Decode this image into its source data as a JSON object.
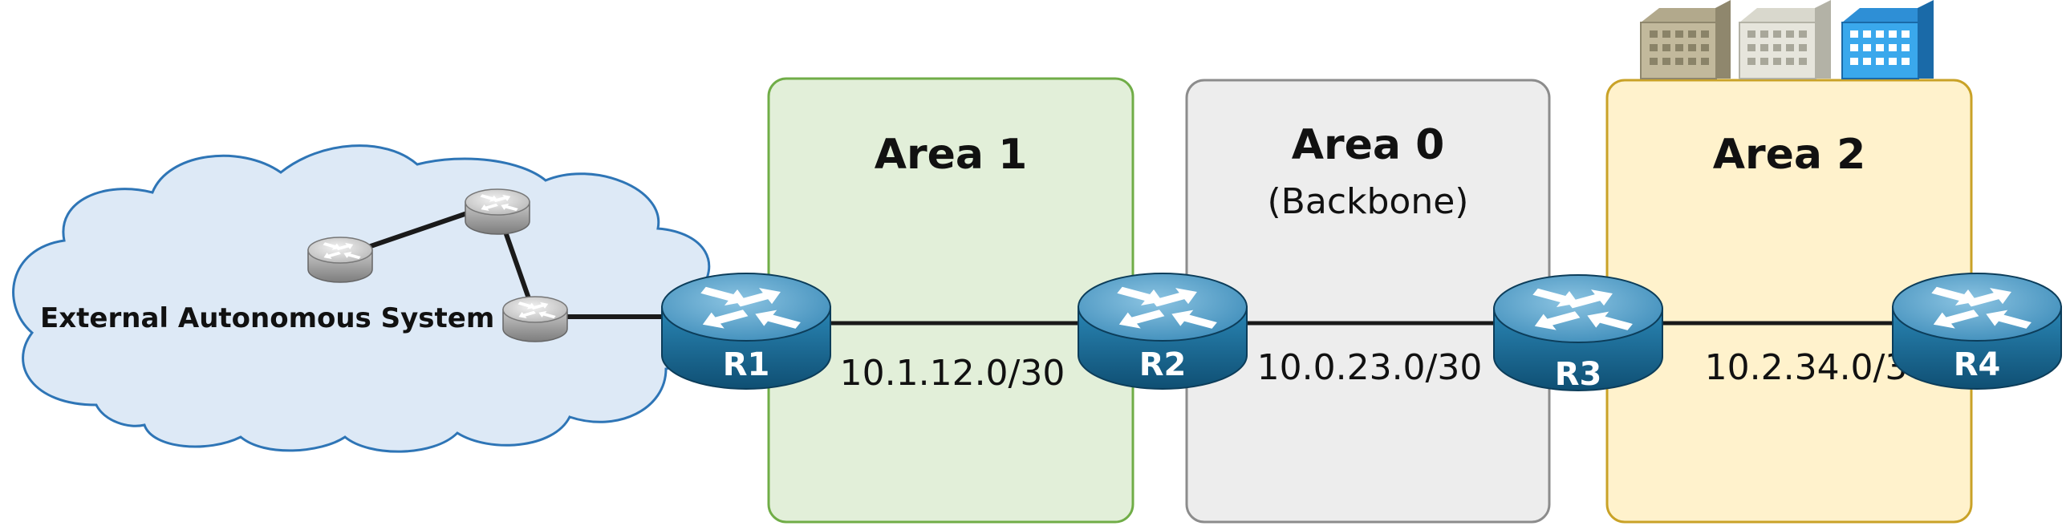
{
  "areas": [
    {
      "id": "area1",
      "title": "Area 1",
      "subtitle": "",
      "fill": "#e2efd9",
      "stroke": "#70ad47"
    },
    {
      "id": "area0",
      "title": "Area 0",
      "subtitle": "(Backbone)",
      "fill": "#ededed",
      "stroke": "#8c8c8c"
    },
    {
      "id": "area2",
      "title": "Area 2",
      "subtitle": "",
      "fill": "#fff2cc",
      "stroke": "#c9a227"
    }
  ],
  "external": {
    "label": "External Autonomous System",
    "fill": "#dde9f6",
    "stroke": "#2e75b6"
  },
  "routers": [
    {
      "id": "r1",
      "label": "R1"
    },
    {
      "id": "r2",
      "label": "R2"
    },
    {
      "id": "r3",
      "label": "R3"
    },
    {
      "id": "r4",
      "label": "R4"
    }
  ],
  "links": [
    {
      "id": "r1-r2",
      "subnet": "10.1.12.0/30"
    },
    {
      "id": "r2-r3",
      "subnet": "10.0.23.0/30"
    },
    {
      "id": "r3-r4",
      "subnet": "10.2.34.0/30"
    }
  ],
  "colors": {
    "router_body": "#1d6f9a",
    "router_top": "#5aa2c8",
    "link": "#1a1a1a"
  },
  "icons": [
    "router-icon",
    "small-router-icon",
    "building-icon",
    "cloud-icon"
  ]
}
